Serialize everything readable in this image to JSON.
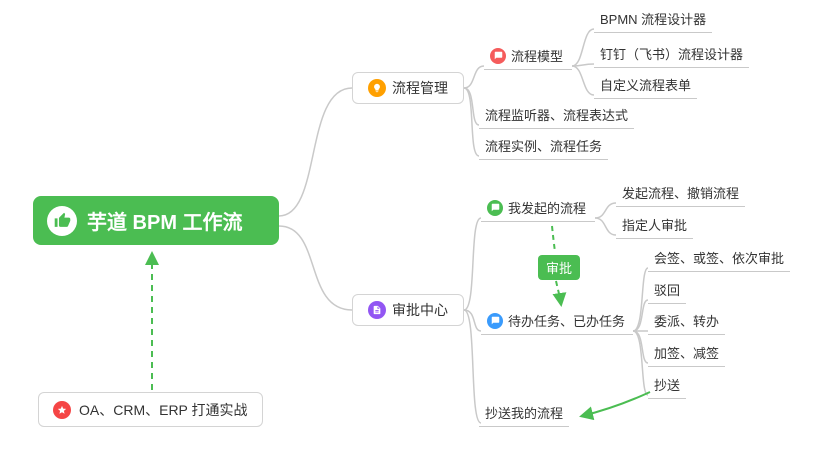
{
  "root": {
    "label": "芋道 BPM 工作流"
  },
  "branches": {
    "process_management": {
      "label": "流程管理"
    },
    "approval_center": {
      "label": "审批中心"
    }
  },
  "leaves": {
    "process_model": "流程模型",
    "bpmn_designer": "BPMN 流程设计器",
    "dingtalk_feishu_designer": "钉钉（飞书）流程设计器",
    "custom_process_form": "自定义流程表单",
    "listener_expression": "流程监听器、流程表达式",
    "instance_task": "流程实例、流程任务",
    "my_initiated_process": "我发起的流程",
    "initiate_cancel_process": "发起流程、撤销流程",
    "assignee_approval": "指定人审批",
    "todo_done_tasks": "待办任务、已办任务",
    "countersign_or_sequential": "会签、或签、依次审批",
    "reject": "驳回",
    "delegate_transfer": "委派、转办",
    "add_reduce_sign": "加签、减签",
    "cc": "抄送",
    "cc_my_process": "抄送我的流程"
  },
  "callout": {
    "label": "OA、CRM、ERP 打通实战"
  },
  "relation": {
    "label": "审批"
  },
  "icons": {
    "root": "thumbs-up",
    "process_management": "lightbulb",
    "process_model": "chat-bubble",
    "my_initiated_process": "chat-bubble",
    "todo_done_tasks": "chat-bubble",
    "approval_center": "document",
    "callout": "star"
  },
  "colors": {
    "green": "#4bbd52",
    "orange": "#ffa000",
    "red": "#f55c5c",
    "blue": "#3a9bfc",
    "purple": "#9256f3",
    "star-red": "#f54545",
    "line-gray": "#c9c9c9",
    "text": "#333333"
  }
}
